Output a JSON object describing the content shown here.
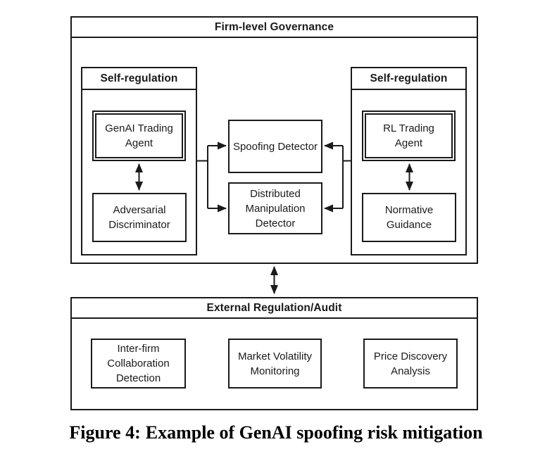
{
  "diagram": {
    "firm": {
      "title": "Firm-level Governance",
      "left_group": {
        "title": "Self-regulation",
        "agent": "GenAI Trading Agent",
        "partner": "Adversarial Discriminator"
      },
      "right_group": {
        "title": "Self-regulation",
        "agent": "RL Trading Agent",
        "partner": "Normative Guidance"
      },
      "detectors": {
        "spoofing": "Spoofing Detector",
        "distributed": "Distributed Manipulation Detector"
      }
    },
    "external": {
      "title": "External Regulation/Audit",
      "items": [
        "Inter-firm Collaboration Detection",
        "Market Volatility Monitoring",
        "Price Discovery Analysis"
      ]
    }
  },
  "caption": {
    "label": "Figure 4:",
    "text": "Example of GenAI spoofing risk mitigation"
  },
  "colors": {
    "line": "#1a1a1a",
    "background": "#ffffff"
  }
}
